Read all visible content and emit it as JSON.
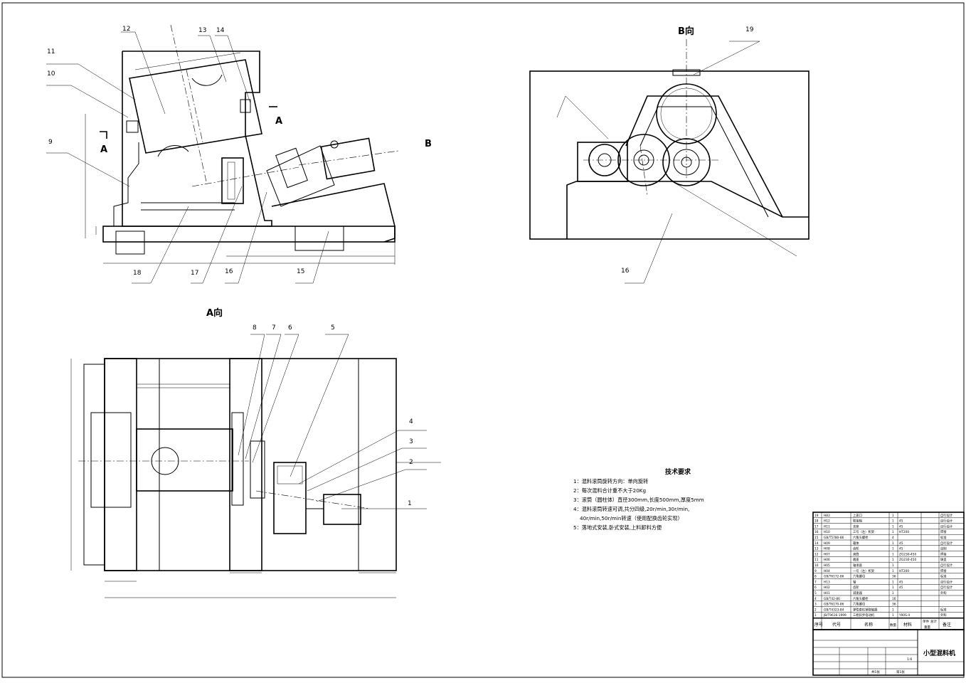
{
  "views": {
    "front": {
      "section_mark_left": "A",
      "section_mark_right": "A",
      "view_arrow": "B"
    },
    "side": {
      "title": "B向"
    },
    "top": {
      "title": "A向"
    }
  },
  "balloons": {
    "n1": "1",
    "n2": "2",
    "n3": "3",
    "n4": "4",
    "n5": "5",
    "n6": "6",
    "n7": "7",
    "n8": "8",
    "n9": "9",
    "n10": "10",
    "n11": "11",
    "n12": "12",
    "n13": "13",
    "n14": "14",
    "n15": "15",
    "n16": "16",
    "n17": "17",
    "n18": "18",
    "n19": "19",
    "n16b": "16"
  },
  "tech_requirements": {
    "title": "技术要求",
    "items": [
      "1：混料滚筒旋转方向：单向旋转",
      "2：每次混料合计重不大于20Kg",
      "3：滚筒（圆柱体）直径300mm,长度500mm,厚度5mm",
      "4：混料滚筒转速可调,共分四级,20r/min,30r/min,",
      "40r/min,50r/min转速（使用配换齿轮实现）",
      "5：落地式安装,卧式安装,上料卸料方便"
    ]
  },
  "bom": {
    "header": {
      "seq": "序号",
      "code": "代号",
      "name": "名称",
      "qty": "数量",
      "material": "材料",
      "unit_wt": "单件",
      "total_wt": "总计",
      "weight": "重量",
      "remark": "备注"
    },
    "rows": [
      {
        "n": "19",
        "code": "H83",
        "name": "上盖口",
        "qty": "1",
        "mat": "",
        "rem": "自行设计"
      },
      {
        "n": "18",
        "code": "H12",
        "name": "联接轴",
        "qty": "1",
        "mat": "45",
        "rem": "自行设计"
      },
      {
        "n": "17",
        "code": "H11",
        "name": "支座",
        "qty": "1",
        "mat": "45",
        "rem": "自行设计"
      },
      {
        "n": "16",
        "code": "H10",
        "name": "三号（左）机架",
        "qty": "1",
        "mat": "HT200",
        "rem": "焊接"
      },
      {
        "n": "15",
        "code": "GB/T5780-86",
        "name": "六角头螺栓",
        "qty": "4",
        "mat": "",
        "rem": "标准"
      },
      {
        "n": "14",
        "code": "H09",
        "name": "箱体",
        "qty": "1",
        "mat": "45",
        "rem": "自行设计"
      },
      {
        "n": "13",
        "code": "H08",
        "name": "齿轮",
        "qty": "1",
        "mat": "45",
        "rem": "自制"
      },
      {
        "n": "12",
        "code": "H07",
        "name": "滚筒",
        "qty": "1",
        "mat": "ZG230-450",
        "rem": "焊接"
      },
      {
        "n": "11",
        "code": "H06",
        "name": "端盖",
        "qty": "1",
        "mat": "ZG230-450",
        "rem": "铸造"
      },
      {
        "n": "10",
        "code": "H05",
        "name": "轴承座",
        "qty": "1",
        "mat": "",
        "rem": "自行设计"
      },
      {
        "n": "9",
        "code": "H04",
        "name": "一号（左）机架",
        "qty": "1",
        "mat": "HT200",
        "rem": "焊接"
      },
      {
        "n": "8",
        "code": "GB/T6172-86",
        "name": "六角螺母",
        "qty": "36",
        "mat": "",
        "rem": "标准"
      },
      {
        "n": "7",
        "code": "H13",
        "name": "轴",
        "qty": "1",
        "mat": "45",
        "rem": "自行设计"
      },
      {
        "n": "6",
        "code": "H02",
        "name": "齿轮",
        "qty": "1",
        "mat": "45",
        "rem": "自行设计"
      },
      {
        "n": "5",
        "code": "H01",
        "name": "减速器",
        "qty": "1",
        "mat": "",
        "rem": "外购"
      },
      {
        "n": "4",
        "code": "GB/T42-86",
        "name": "六角头螺栓",
        "qty": "16",
        "mat": "",
        "rem": ""
      },
      {
        "n": "3",
        "code": "GB/T6170-86",
        "name": "六角螺母",
        "qty": "36",
        "mat": "",
        "rem": ""
      },
      {
        "n": "2",
        "code": "GB/T4323-84",
        "name": "弹性套柱销联轴器",
        "qty": "1",
        "mat": "",
        "rem": "标准"
      },
      {
        "n": "1",
        "code": "JB/T9616-1999",
        "name": "三相异步电动机",
        "qty": "1",
        "mat": "Y90S-4",
        "rem": "外购"
      }
    ]
  },
  "title_block": {
    "drawing_title": "小型混料机",
    "scale": "1:6",
    "sheets": "共1张",
    "sheet_no": "第1张"
  }
}
